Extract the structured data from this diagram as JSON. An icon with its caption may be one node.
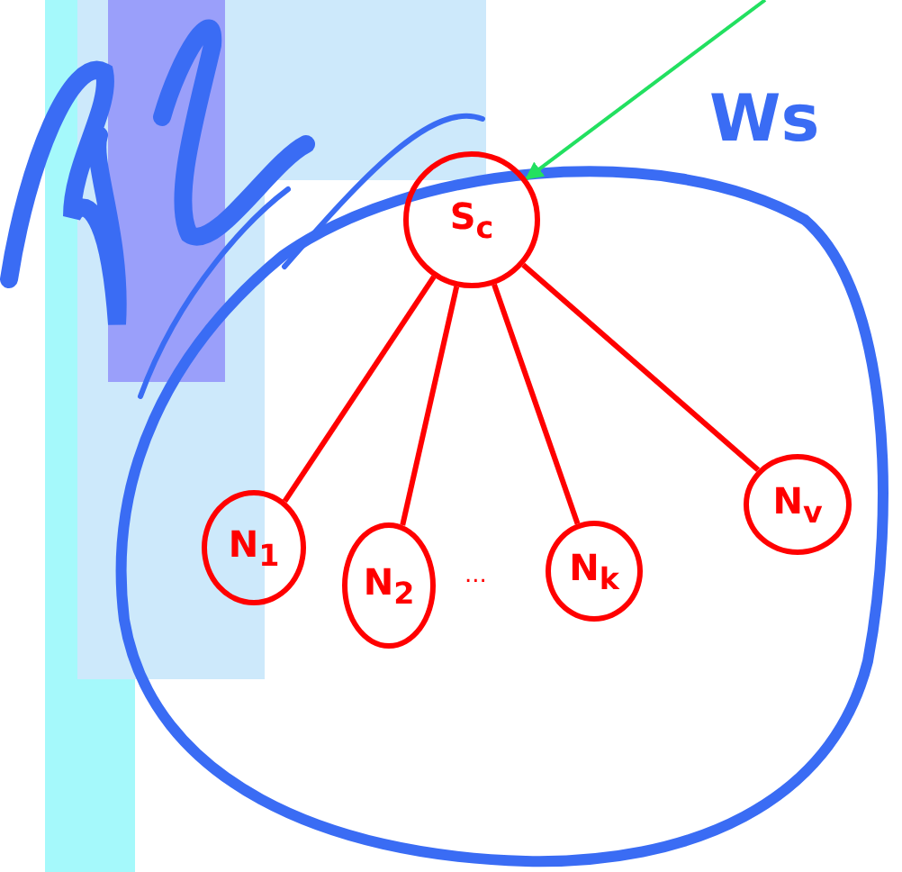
{
  "diagram": {
    "nodes": [
      {
        "text": [],
        "shape": "circle"
      },
      {
        "text": [
          "S$_{c}$"
        ]
      },
      {
        "text": [
          "N$_{1}$"
        ],
        "in": 0
      },
      {
        "text": [
          "N$_{2}$"
        ],
        "in": 0
      },
      {
        "text": [
          "N$_{k}$"
        ],
        "in": 0
      },
      {
        "text": [
          "N$_{v}$"
        ],
        "in": 0
      }
    ],
    "edges": [
      {
        "from": 1,
        "to": 2,
        "arrow": "none"
      },
      {
        "from": 1,
        "to": 3,
        "arrow": "none"
      },
      {
        "from": 1,
        "to": 4,
        "arrow": "none"
      },
      {
        "from": 1,
        "to": 5,
        "arrow": "none"
      },
      {
        "from": null,
        "to": 1,
        "arrow": "to",
        "color": "#22e060"
      }
    ],
    "labels": [
      "Ws",
      "..."
    ]
  }
}
